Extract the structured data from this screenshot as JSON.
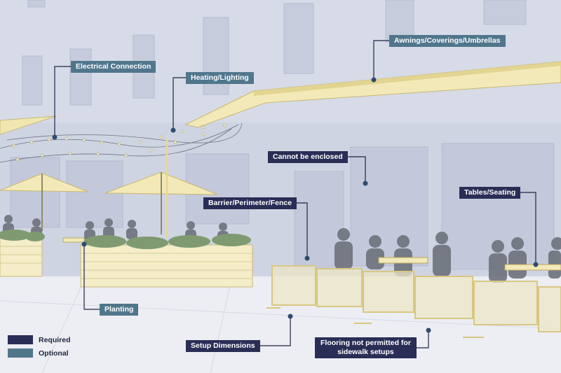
{
  "colors": {
    "required": "#2a2d55",
    "optional": "#50768c",
    "connector": "#1e2645"
  },
  "callouts": {
    "electrical_connection": {
      "text": "Electrical Connection",
      "type": "optional"
    },
    "heating_lighting": {
      "text": "Heating/Lighting",
      "type": "optional"
    },
    "awnings": {
      "text": "Awnings/Coverings/Umbrellas",
      "type": "optional"
    },
    "cannot_be_enclosed": {
      "text": "Cannot be enclosed",
      "type": "required"
    },
    "tables_seating": {
      "text": "Tables/Seating",
      "type": "required"
    },
    "barrier": {
      "text": "Barrier/Perimeter/Fence",
      "type": "required"
    },
    "planting": {
      "text": "Planting",
      "type": "optional"
    },
    "setup_dimensions": {
      "text": "Setup Dimensions",
      "type": "required"
    },
    "flooring_line1": {
      "text": "Flooring not permitted for",
      "type": "required"
    },
    "flooring_line2": {
      "text": "sidewalk setups",
      "type": "required"
    }
  },
  "legend": {
    "required": "Required",
    "optional": "Optional"
  }
}
